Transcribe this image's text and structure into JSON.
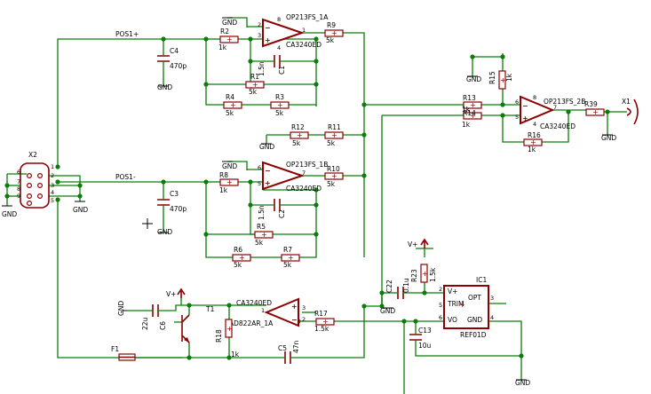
{
  "nets": {
    "pos1p": "POS1+",
    "pos1m": "POS1-"
  },
  "connector": {
    "ref": "X2",
    "pins": [
      "1",
      "6",
      "2",
      "7",
      "3",
      "8",
      "4",
      "9",
      "5"
    ]
  },
  "output_connector": {
    "ref": "X1"
  },
  "ground": "GND",
  "vplus": "V+",
  "opamps": {
    "u1a": {
      "name": "OP213FS_1A",
      "value": "CA3240ED",
      "pins": [
        "8",
        "2",
        "3",
        "1",
        "4"
      ]
    },
    "u1b": {
      "name": "OP213FS_1B",
      "value": "CA3240ED",
      "pins": [
        "6",
        "5",
        "7"
      ]
    },
    "u2b": {
      "name": "OP213FS_2B",
      "value": "CA3240ED",
      "pins": [
        "8",
        "6",
        "5",
        "7",
        "4"
      ]
    },
    "u3a": {
      "name": "AD822AR_1A",
      "value": "CA3240ED",
      "pins": [
        "3",
        "2",
        "1"
      ]
    }
  },
  "resistors": {
    "r1": {
      "ref": "R1",
      "value": "5k"
    },
    "r2": {
      "ref": "R2",
      "value": "1k"
    },
    "r3": {
      "ref": "R3",
      "value": "5k"
    },
    "r4": {
      "ref": "R4",
      "value": "5k"
    },
    "r5": {
      "ref": "R5",
      "value": "5k"
    },
    "r6": {
      "ref": "R6",
      "value": "5k"
    },
    "r7": {
      "ref": "R7",
      "value": "5k"
    },
    "r8": {
      "ref": "R8",
      "value": "1k"
    },
    "r9": {
      "ref": "R9",
      "value": "5k"
    },
    "r10": {
      "ref": "R10",
      "value": "5k"
    },
    "r11": {
      "ref": "R11",
      "value": "5k"
    },
    "r12": {
      "ref": "R12",
      "value": "5k"
    },
    "r13": {
      "ref": "R13",
      "value": "1k"
    },
    "r14": {
      "ref": "R14",
      "value": "1k"
    },
    "r15": {
      "ref": "R15",
      "value": "1k"
    },
    "r16": {
      "ref": "R16",
      "value": "1k"
    },
    "r17": {
      "ref": "R17",
      "value": "1.5k"
    },
    "r18": {
      "ref": "R18",
      "value": "1k"
    },
    "r23": {
      "ref": "R23",
      "value": "1.5k"
    },
    "r39": {
      "ref": "R39",
      "value": ""
    }
  },
  "capacitors": {
    "c1": {
      "ref": "C1",
      "value": "1.5n"
    },
    "c2": {
      "ref": "C2",
      "value": "1.5n"
    },
    "c3": {
      "ref": "C3",
      "value": "470p"
    },
    "c4": {
      "ref": "C4",
      "value": "470p"
    },
    "c5": {
      "ref": "C5",
      "value": "47n"
    },
    "c6": {
      "ref": "C6",
      "value": "22u"
    },
    "c13": {
      "ref": "C13",
      "value": "10u"
    },
    "c22": {
      "ref": "C22",
      "value": "0.1u"
    }
  },
  "transistor": {
    "ref": "T1"
  },
  "fuse": {
    "ref": "F1"
  },
  "ic1": {
    "ref": "IC1",
    "value": "REF01D",
    "vplus": "V+",
    "opt": "OPT",
    "trim": "TRIM",
    "vo": "VO",
    "gnd": "GND",
    "pins": [
      "2",
      "3",
      "6",
      "5",
      "4"
    ]
  }
}
